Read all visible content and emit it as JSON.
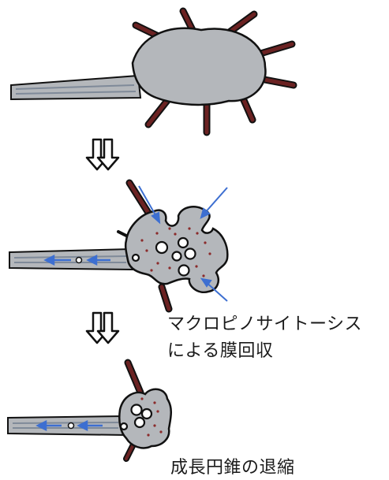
{
  "labels": {
    "macropinocytosis_line1": "マクロピノサイトーシス",
    "macropinocytosis_line2": "による膜回収",
    "collapse": "成長円錐の退縮"
  },
  "colors": {
    "cone_fill": "#b4b7bb",
    "outline": "#111111",
    "filopodia": "#5a1f1f",
    "vesicle_dots": "#8b2b2b",
    "arrow_blue": "#3d6fd1",
    "axon_stripe": "#7f8a99"
  }
}
